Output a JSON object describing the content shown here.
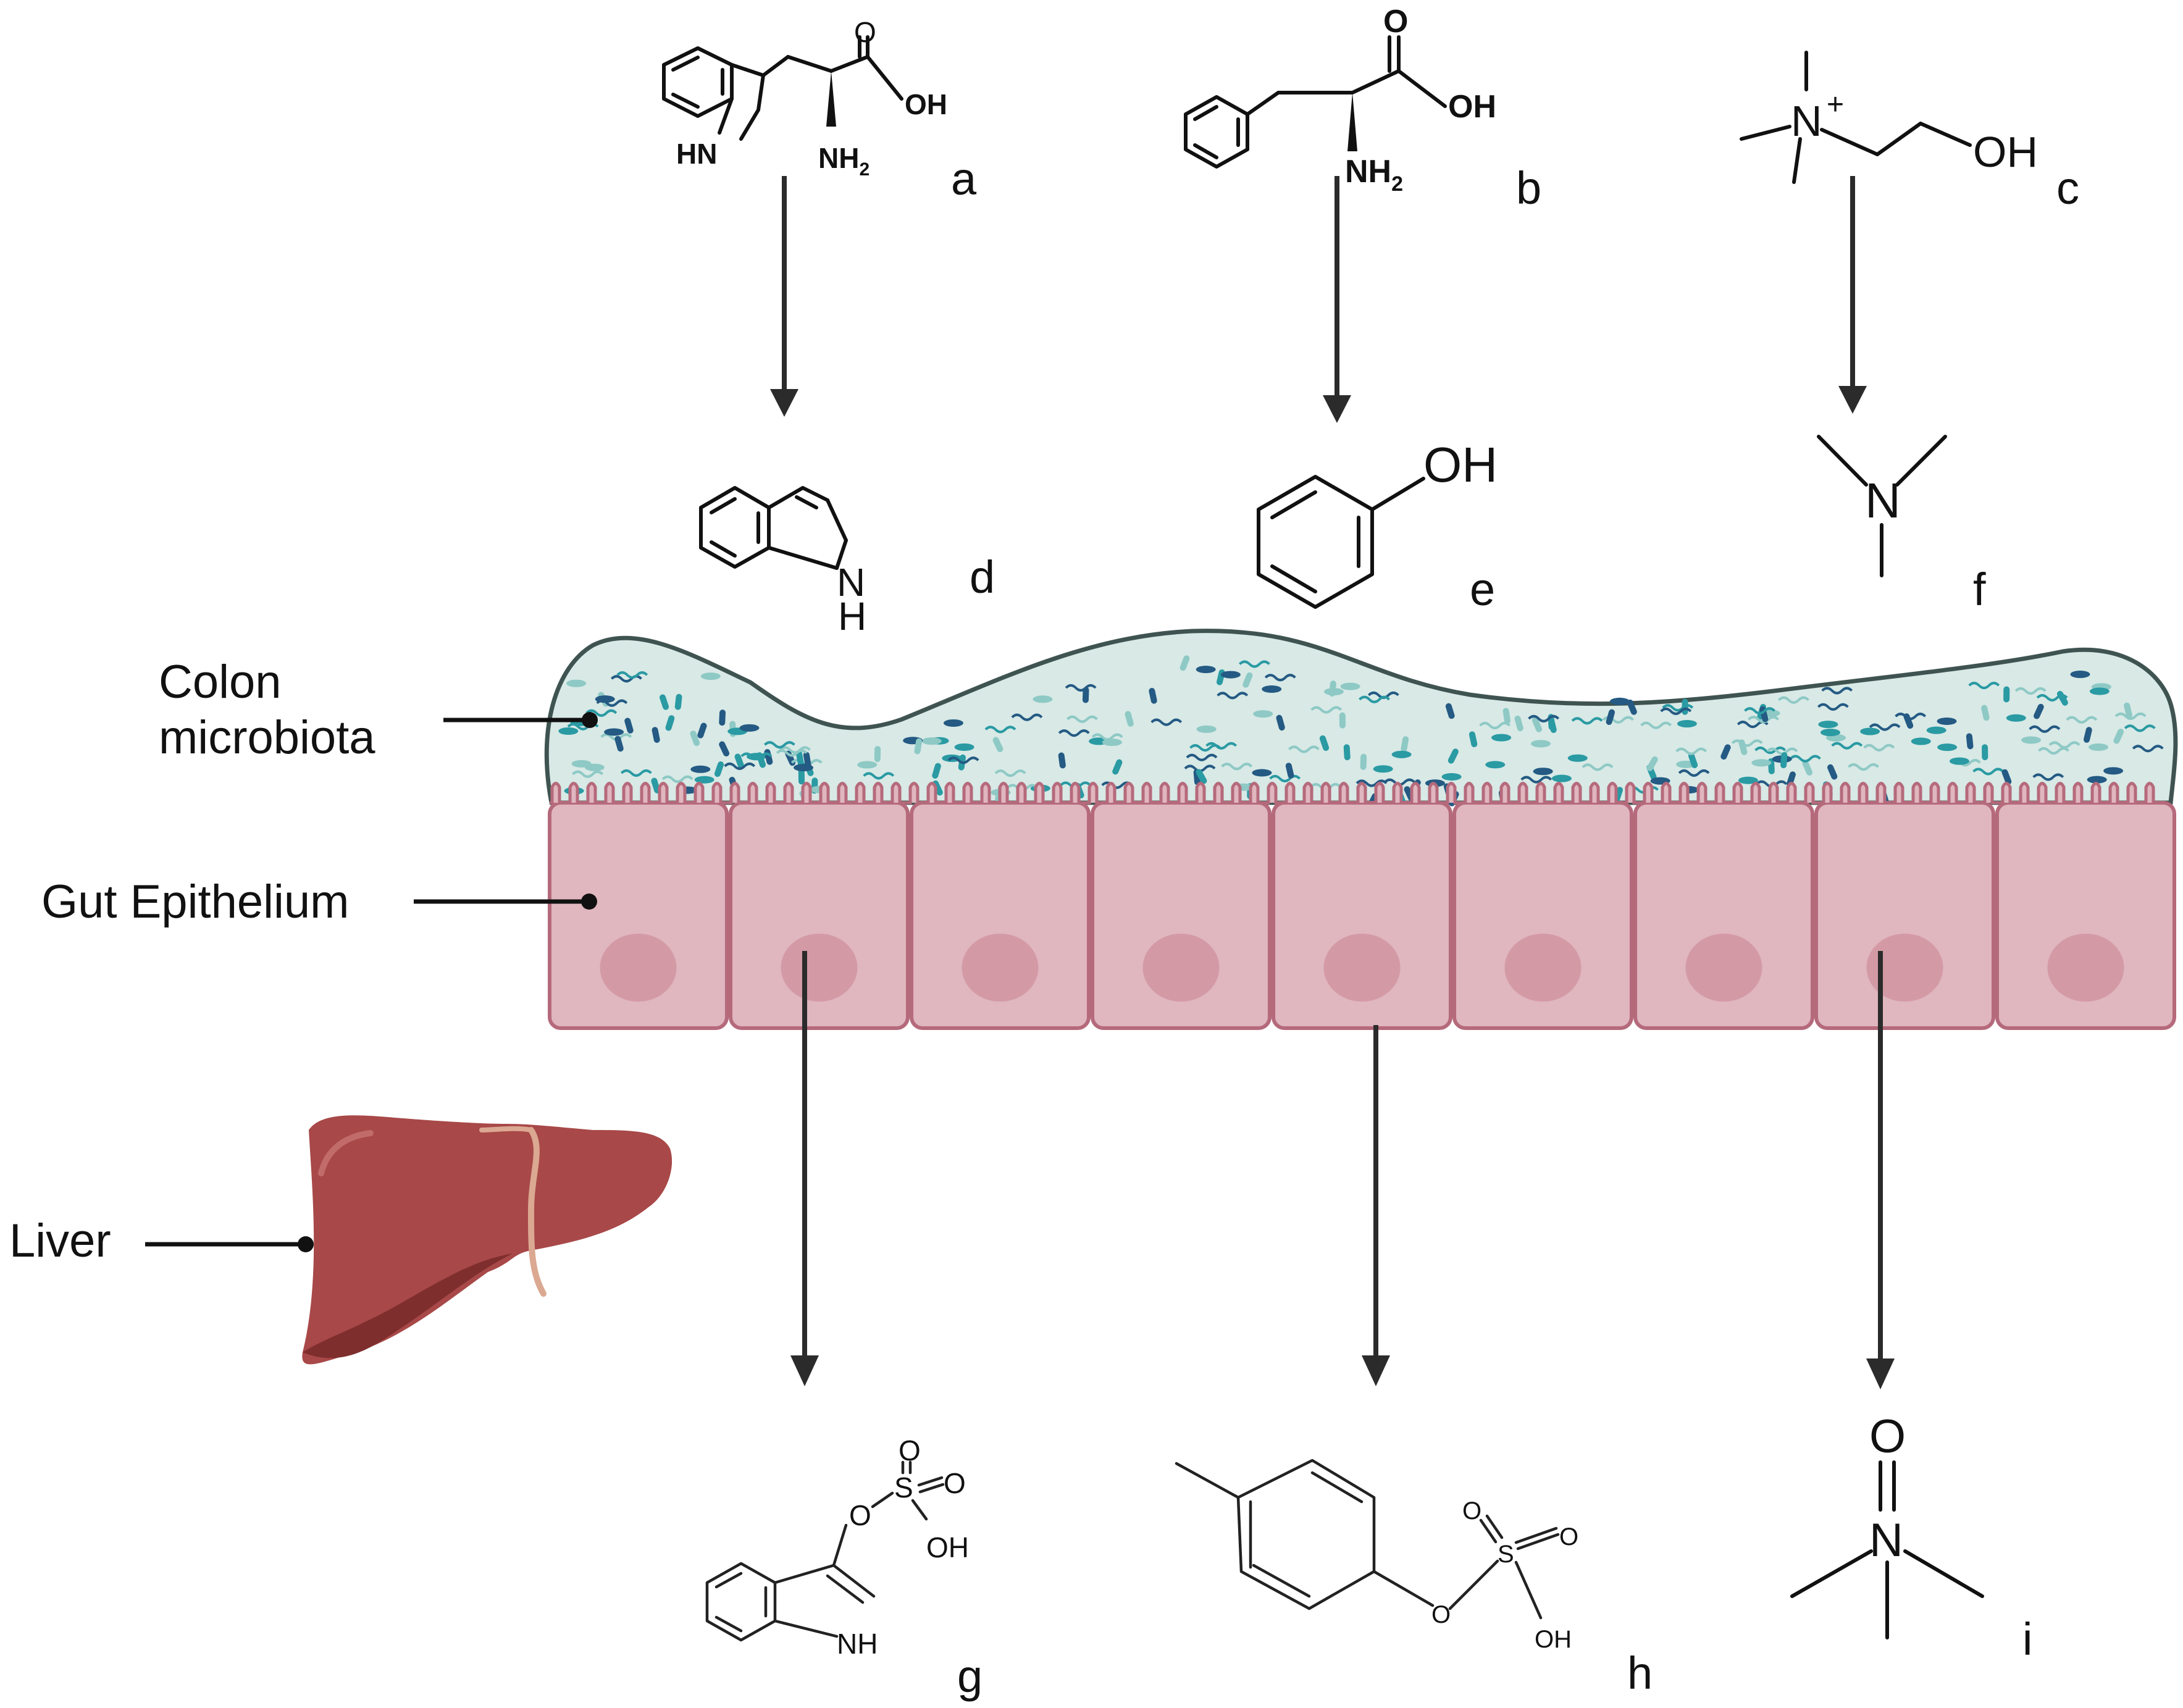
{
  "labels": {
    "colon": [
      "Colon",
      "microbiota"
    ],
    "gut": "Gut Epithelium",
    "liver": "Liver"
  },
  "compounds": {
    "a": {
      "letter": "a",
      "oh": "OH",
      "o": "O",
      "nh2": "NH",
      "nh2_sub": "2",
      "hn": "HN"
    },
    "b": {
      "letter": "b",
      "oh": "OH",
      "o": "O",
      "nh2": "NH",
      "nh2_sub": "2"
    },
    "c": {
      "letter": "c",
      "n": "N",
      "plus": "+",
      "oh": "OH"
    },
    "d": {
      "letter": "d",
      "n": "N",
      "h": "H"
    },
    "e": {
      "letter": "e",
      "oh": "OH"
    },
    "f": {
      "letter": "f",
      "n": "N"
    },
    "g": {
      "letter": "g",
      "o1": "O",
      "s": "S",
      "o2": "O",
      "o3": "O",
      "oh": "OH",
      "nh": "NH"
    },
    "h": {
      "letter": "h",
      "o1": "O",
      "s": "S",
      "o2": "O",
      "o3": "O",
      "oh": "OH"
    },
    "i": {
      "letter": "i",
      "o": "O",
      "n": "N"
    }
  },
  "colors": {
    "microbiota_fill": "#d8e9e6",
    "microbiota_stroke": "#3f5451",
    "cell_fill": "#e0b6bf",
    "cell_stroke": "#b56a7b",
    "nucleus": "#d39aa6",
    "liver": "#a84848",
    "liver_dark": "#7f2e2e",
    "gallbladder_line": "#dba891",
    "bacteria_teal": "#2a9aa3",
    "bacteria_dark": "#245a83",
    "bacteria_light": "#8ec9c5"
  }
}
